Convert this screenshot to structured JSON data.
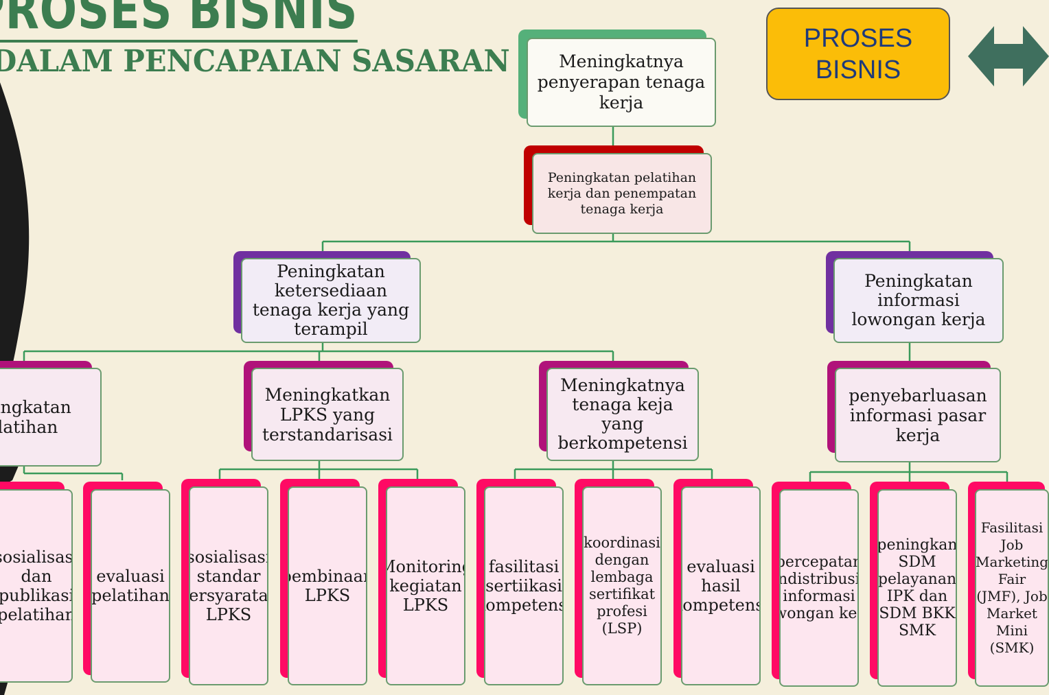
{
  "header": {
    "title": "PROSES BISNIS",
    "subtitle": "DALAM PENCAPAIAN SASARAN"
  },
  "badge": {
    "label_line1": "PROSES",
    "label_line2": "BISNIS"
  },
  "colors": {
    "background": "#f5efdc",
    "title_green": "#3c7d50",
    "badge_yellow": "#fbbd08",
    "connector_green": "#3a9a5a",
    "level1_accent": "#55b07a",
    "level2_accent": "#c00000",
    "level3_accent": "#7030a0",
    "level4_accent": "#b0127a",
    "level5_accent": "#ff0a64"
  },
  "icons": {
    "double_arrow": "left-right-arrow-icon"
  },
  "tree": {
    "root": "Meningkatnya penyerapan tenaga kerja",
    "program": "Peningkatan pelatihan kerja dan penempatan tenaga kerja",
    "goal_a": "Peningkatan ketersediaan tenaga kerja yang terampil",
    "goal_b": "Peningkatan informasi lowongan kerja",
    "sub_a1": "Peningkatan pelatihan",
    "sub_a2": "Meningkatkan LPKS yang terstandarisasi",
    "sub_a3": "Meningkatnya tenaga keja yang berkompetensi",
    "sub_b1": "penyebarluasan informasi pasar kerja",
    "act_a1_1": "sosialisasi dan publikasi pelatihan",
    "act_a1_2": "evaluasi pelatihan",
    "act_a2_1": "sosialisasi standar persyaratan LPKS",
    "act_a2_2": "pembinaan LPKS",
    "act_a2_3": "Monitoring kegiatan LPKS",
    "act_a3_1": "fasilitasi sertiikasi kompetensi",
    "act_a3_2": "koordinasi dengan lembaga sertifikat profesi (LSP)",
    "act_a3_3": "evaluasi hasil kompetensi",
    "act_b1_1": "percepatan pendistribusian informasi lowongan kerja",
    "act_b1_2": "peningkan SDM pelayanan IPK dan SDM BKK SMK",
    "act_b1_3": "Fasilitasi Job Marketing Fair (JMF), Job Market Mini (SMK)"
  }
}
